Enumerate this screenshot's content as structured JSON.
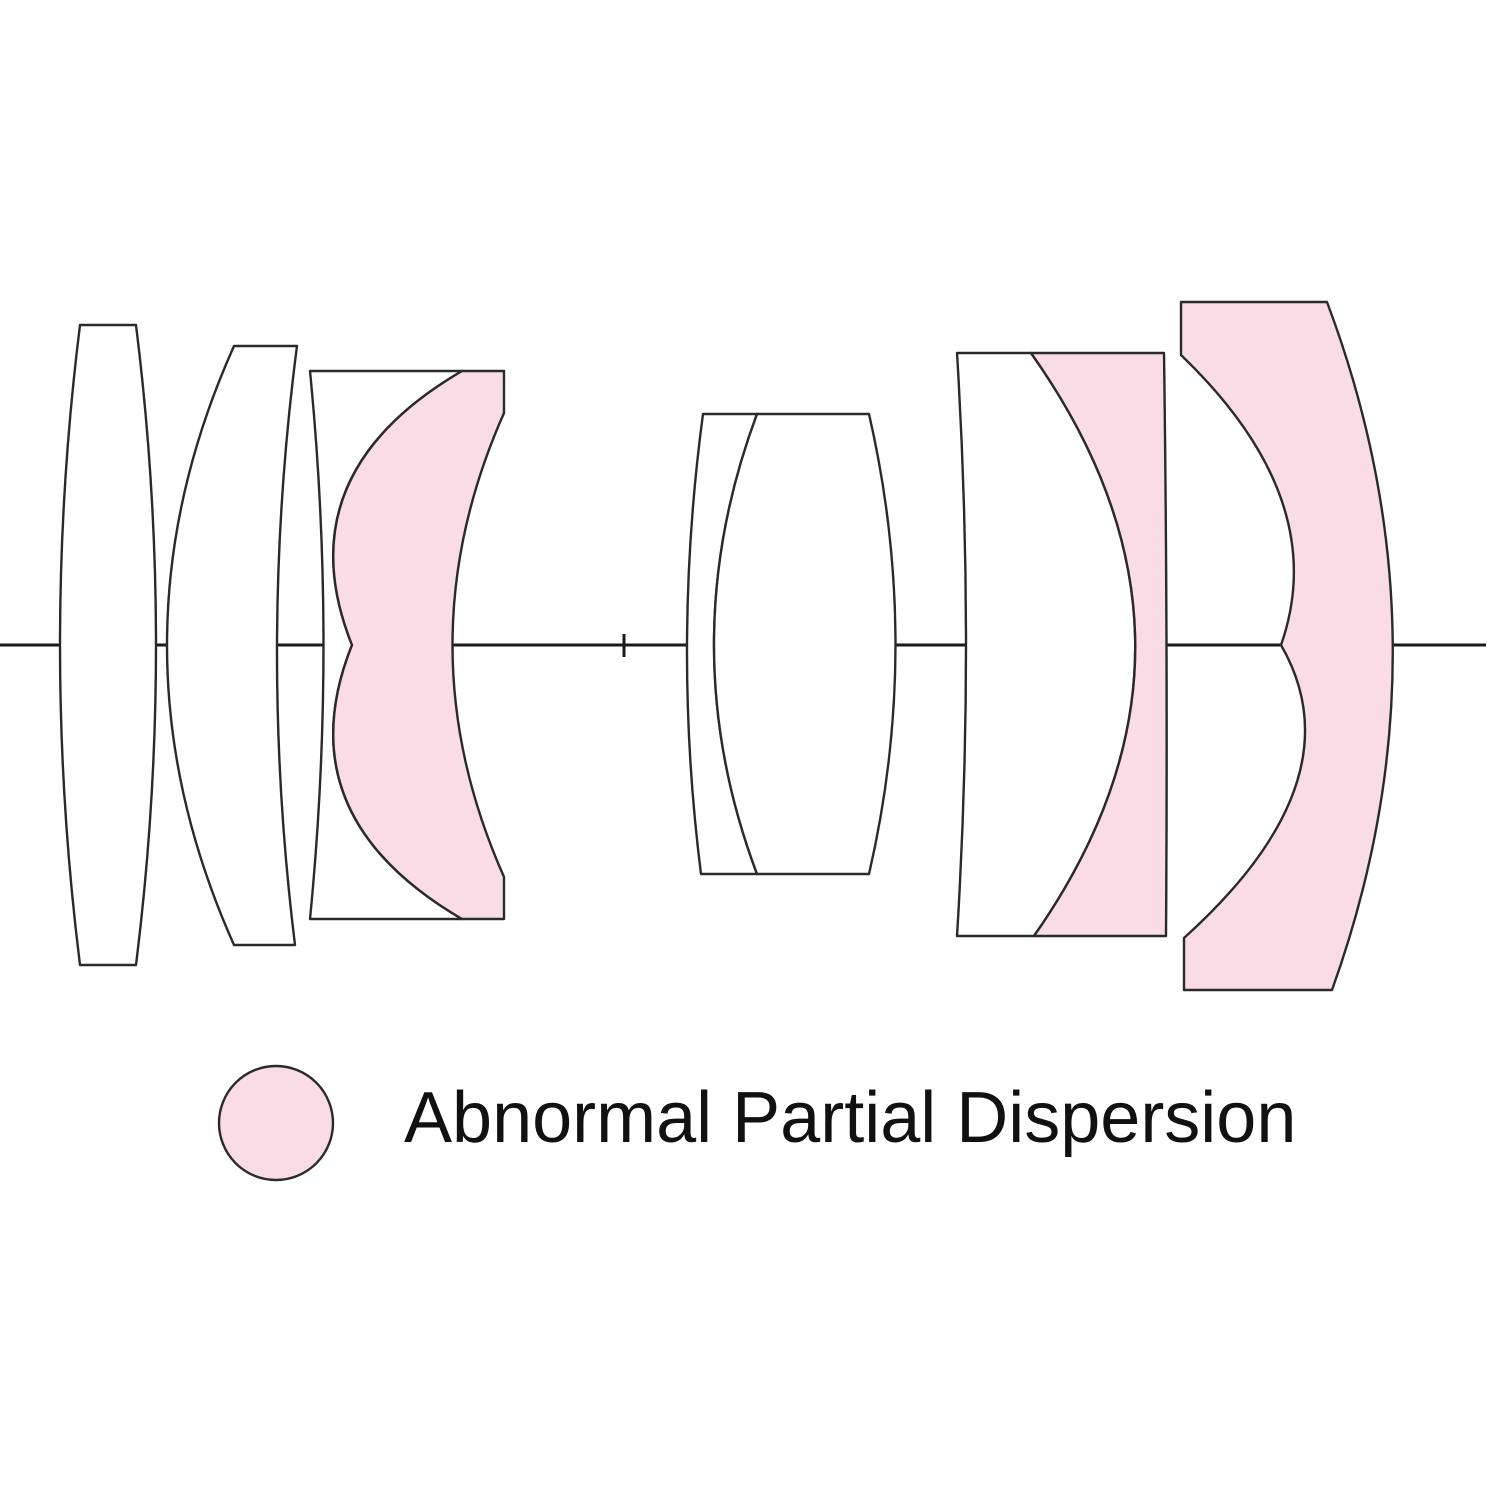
{
  "colors": {
    "apd_fill": "#f9dce6",
    "normal_fill": "#ffffff",
    "outline": "#2a2a2a",
    "axis": "#1a1a1a"
  },
  "legend": {
    "label": "Abnormal Partial Dispersion",
    "swatch_color": "#f9dce6"
  },
  "lens_elements": [
    {
      "id": "element-1",
      "group": 1,
      "abnormal_partial_dispersion": false
    },
    {
      "id": "element-2",
      "group": 2,
      "abnormal_partial_dispersion": false
    },
    {
      "id": "element-3",
      "group": 3,
      "abnormal_partial_dispersion": false
    },
    {
      "id": "element-4",
      "group": 3,
      "abnormal_partial_dispersion": true
    },
    {
      "id": "element-5",
      "group": 4,
      "abnormal_partial_dispersion": false
    },
    {
      "id": "element-6",
      "group": 4,
      "abnormal_partial_dispersion": false
    },
    {
      "id": "element-7",
      "group": 5,
      "abnormal_partial_dispersion": false
    },
    {
      "id": "element-8",
      "group": 5,
      "abnormal_partial_dispersion": true
    },
    {
      "id": "element-9",
      "group": 6,
      "abnormal_partial_dispersion": true
    }
  ]
}
